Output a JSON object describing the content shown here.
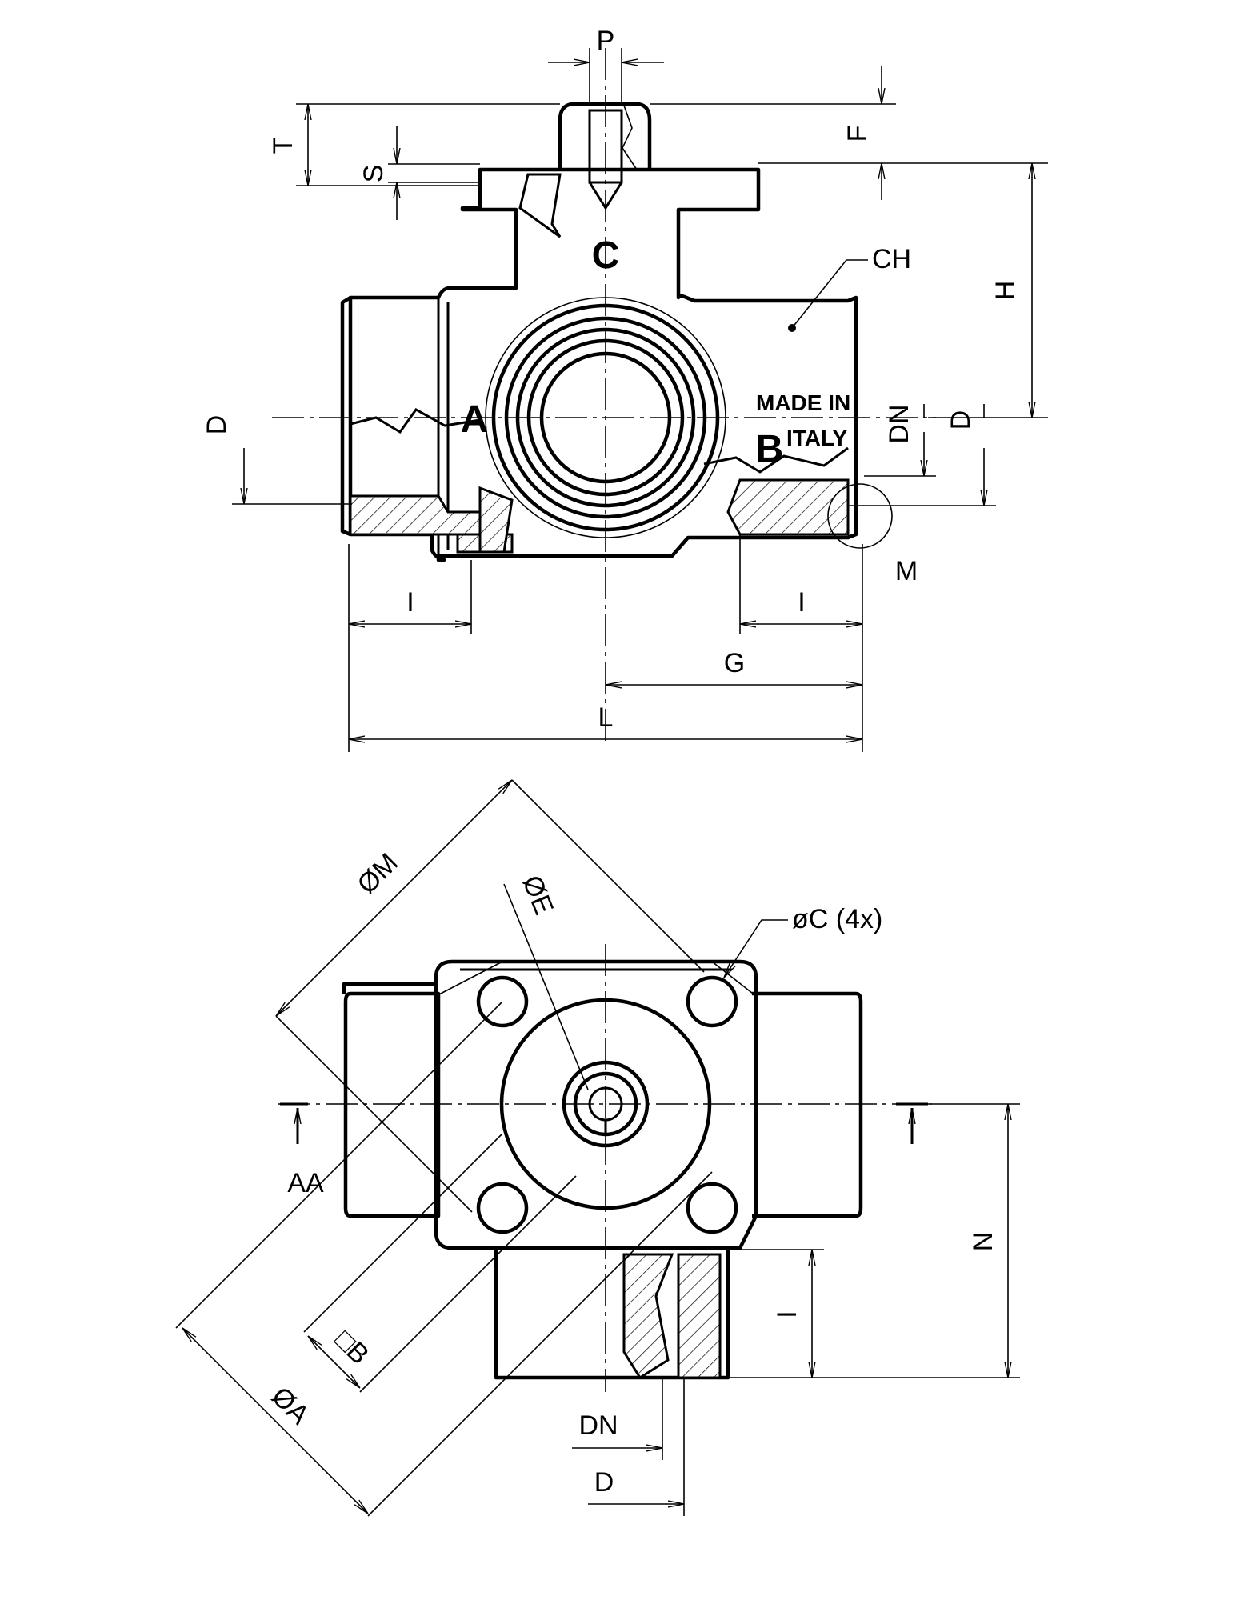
{
  "labels": {
    "p": "P",
    "t": "T",
    "f": "F",
    "s": "S",
    "h": "H",
    "ch": "CH",
    "port_c": "C",
    "port_a": "A",
    "port_b": "B",
    "made_in": "MADE IN",
    "italy": "ITALY",
    "d_left": "D",
    "dn_right": "DN",
    "d_right": "D",
    "m": "M",
    "i_left": "I",
    "i_right": "I",
    "g": "G",
    "l": "L",
    "dia_m": "ØM",
    "dia_e": "ØE",
    "dia_c": "øC (4x)",
    "aa": "AA",
    "n": "N",
    "i_bottom": "I",
    "sq_b": "□B",
    "dia_a": "ØA",
    "dn_bottom": "DN",
    "d_bottom": "D"
  }
}
